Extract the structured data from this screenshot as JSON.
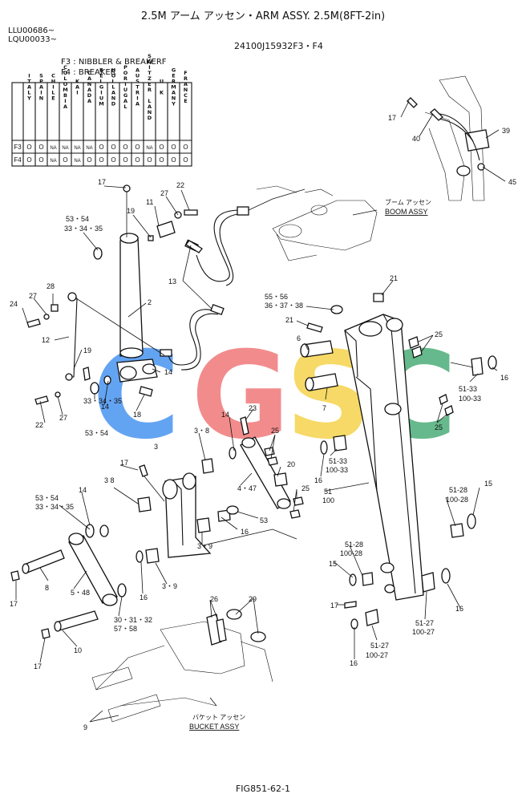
{
  "header": {
    "title": "2.5M アーム アッセン・ARM ASSY. 2.5M(8FT-2in)",
    "serial_1": "LLU00686~",
    "serial_2": "LQU00033~",
    "part_number": "24100J15932F3・F4",
    "legend_f3": "F3 : NIBBLER & BREAKERF",
    "legend_f4": "F4 : BREAKER"
  },
  "country_table": {
    "columns": [
      "ITALY",
      "SPAIN",
      "CHILE",
      "COLOMBIA",
      "KAI",
      "CANADA",
      "BELGIUM",
      "HOLLAND",
      "PORTUGAL",
      "AUSTRIA",
      "SWITZER LAND",
      "U K",
      "GERMANY",
      "FRANCE"
    ],
    "rows": [
      {
        "code": "F3",
        "cells": [
          "O",
          "O",
          "NA",
          "NA",
          "NA",
          "NA",
          "O",
          "O",
          "O",
          "O",
          "NA",
          "O",
          "O",
          "O"
        ]
      },
      {
        "code": "F4",
        "cells": [
          "O",
          "O",
          "NA",
          "O",
          "NA",
          "O",
          "O",
          "O",
          "O",
          "O",
          "O",
          "O",
          "O",
          "O"
        ]
      }
    ]
  },
  "assy_labels": {
    "boom_jp": "ブーム アッセン",
    "boom_en": "BOOM ASSY",
    "bucket_jp": "バケット アッセン",
    "bucket_en": "BUCKET ASSY"
  },
  "watermark": {
    "letters": [
      "C",
      "G",
      "S",
      "C"
    ],
    "colors": [
      "#3d8ef0",
      "#f07070",
      "#f5d040",
      "#40a870"
    ]
  },
  "callouts": {
    "c17a": "17",
    "c19": "19",
    "c11": "11",
    "c27a": "27",
    "c22a": "22",
    "c5354a": "53・54",
    "c333435a": "33・34・35",
    "c13": "13",
    "c2": "2",
    "c28": "28",
    "c27b": "27",
    "c24": "24",
    "c12": "12",
    "c19b": "19",
    "c14a": "14",
    "c14b": "14",
    "c18": "18",
    "c22b": "22",
    "c27c": "27",
    "c333435b": "33・34・35",
    "c5354b": "53・54",
    "c21a": "21",
    "c5556": "55・56",
    "c363738": "36・37・38",
    "c21b": "21",
    "c25a": "25",
    "c6": "6",
    "c16a": "16",
    "c5133a": "51-33",
    "c10033a": "100-33",
    "c7": "7",
    "c25b": "25",
    "c23": "23",
    "c14c": "14",
    "c38a": "3・8",
    "c25c": "25",
    "c20": "20",
    "c447": "4・47",
    "c25d": "25",
    "c16b": "16",
    "c5133b": "51-33",
    "c10033b": "100-33",
    "c51": "51",
    "c100": "100",
    "c17b": "17",
    "c3": "3",
    "c38b": "3 8",
    "c5354c": "53・54",
    "c333435c": "33・34・35",
    "c14d": "14",
    "c53": "53",
    "c16c": "16",
    "c39a": "3・9",
    "c5128a": "51-28",
    "c10028a": "100-28",
    "c15a": "15",
    "c5128b": "51-28",
    "c10028b": "100-28",
    "c15b": "15",
    "c8": "8",
    "c548": "5・48",
    "c16d": "16",
    "c39b": "3・9",
    "c17c": "17",
    "c303132": "30・31・32",
    "c5758": "57・58",
    "c17d": "17",
    "c26": "26",
    "c29": "29",
    "c10": "10",
    "c17e": "17",
    "c16e": "16",
    "c5127a": "51-27",
    "c10027a": "100-27",
    "c5127b": "51-27",
    "c10027b": "100-27",
    "c16f": "16",
    "c9": "9",
    "c17f": "17",
    "c40": "40",
    "c39": "39",
    "c45": "45"
  },
  "footer": {
    "figure": "FIG851-62-1"
  }
}
